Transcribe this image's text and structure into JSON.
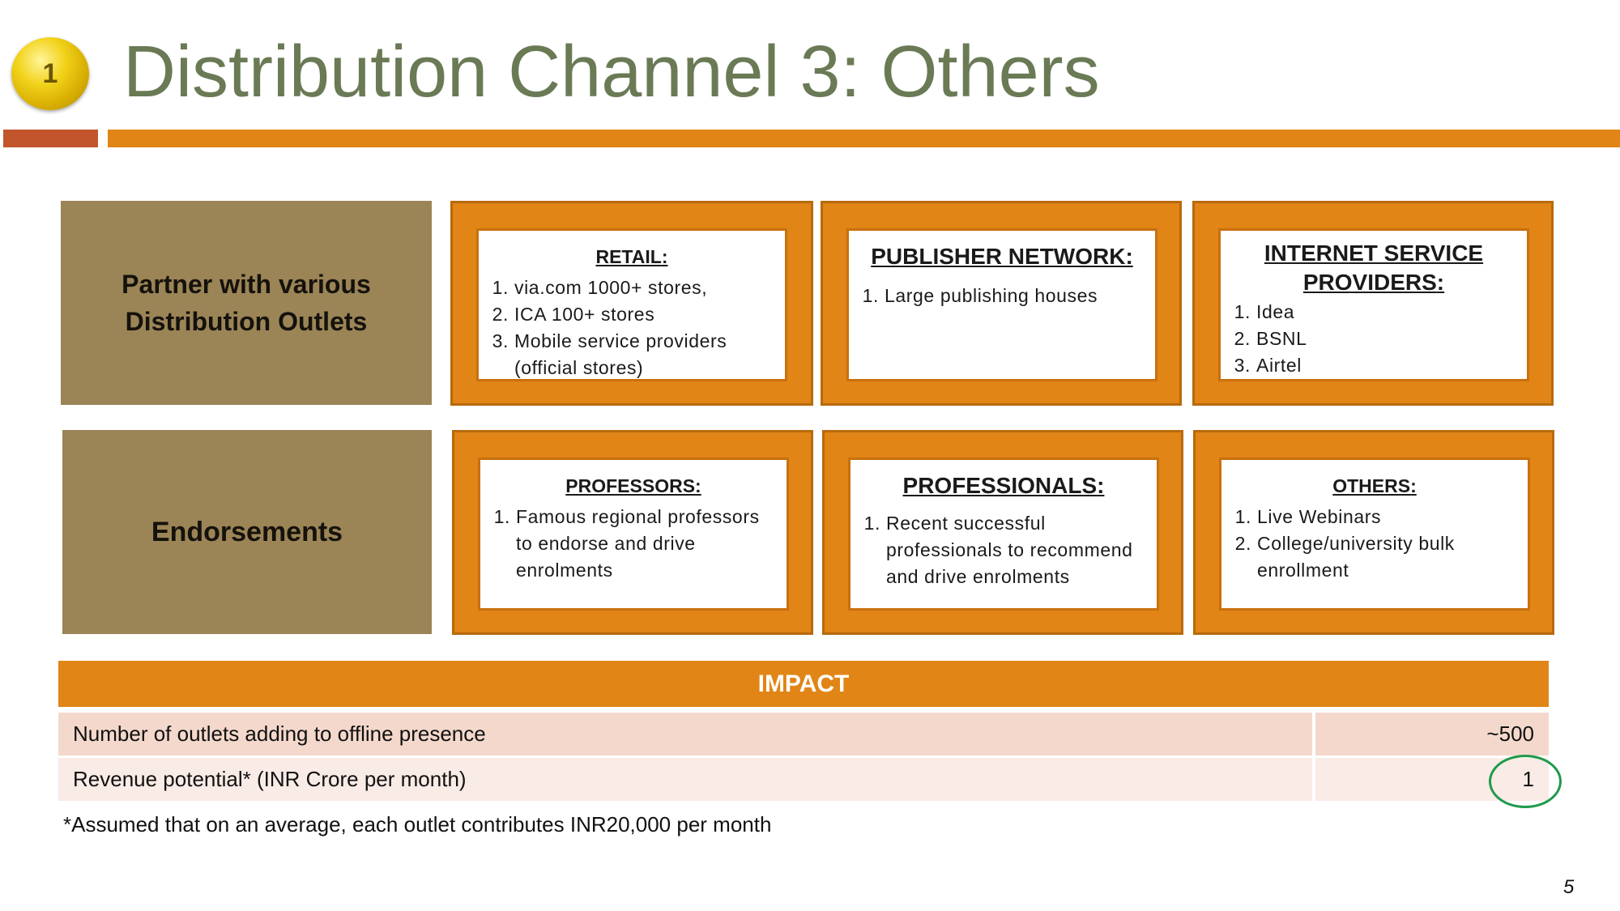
{
  "slide": {
    "badge_number": "1",
    "title": "Distribution Channel 3: Others",
    "page_number": "5"
  },
  "rows": [
    {
      "category": [
        "Partner with various",
        "Distribution Outlets"
      ],
      "boxes": [
        {
          "heading": "RETAIL",
          "items": [
            "via.com 1000+ stores,",
            "ICA 100+ stores",
            "Mobile service providers (official stores)"
          ]
        },
        {
          "heading": "PUBLISHER NETWORK",
          "items": [
            "Large publishing houses"
          ]
        },
        {
          "heading": "INTERNET SERVICE PROVIDERS",
          "items": [
            "Idea",
            "BSNL",
            "Airtel"
          ]
        }
      ]
    },
    {
      "category": [
        "Endorsements"
      ],
      "boxes": [
        {
          "heading": "PROFESSORS",
          "items": [
            "Famous regional professors to endorse and drive enrolments"
          ]
        },
        {
          "heading": "PROFESSIONALS",
          "items": [
            "Recent successful professionals to recommend and drive enrolments"
          ]
        },
        {
          "heading": "OTHERS",
          "items": [
            "Live Webinars",
            "College/university bulk enrollment"
          ]
        }
      ]
    }
  ],
  "impact": {
    "header": "IMPACT",
    "rows": [
      {
        "label": "Number of outlets adding to offline presence",
        "value": "~500"
      },
      {
        "label": "Revenue potential* (INR Crore per month)",
        "value": "1"
      }
    ],
    "footnote": "*Assumed that on an average, each outlet contributes INR20,000 per month"
  },
  "colors": {
    "title_green": "#6a7a55",
    "orange": "#e08516",
    "red_bar": "#c2552c",
    "category_bg": "#9b8456",
    "highlight_circle": "#1f9a4a"
  }
}
